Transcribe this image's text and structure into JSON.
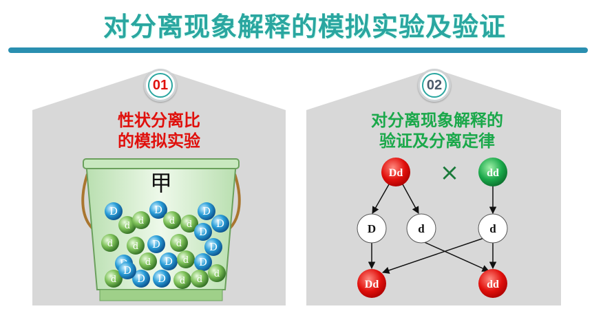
{
  "title": "对分离现象解释的模拟实验及验证",
  "panel1": {
    "badge": "01",
    "heading_line1": "性状分离比",
    "heading_line2": "的模拟实验",
    "bucket_label": "甲",
    "balls": [
      "D",
      "D",
      "d",
      "d",
      "D",
      "d",
      "d",
      "D",
      "d",
      "D",
      "d",
      "D",
      "d",
      "D",
      "D",
      "d",
      "D",
      "d",
      "D",
      "d",
      "D",
      "D",
      "d",
      "d",
      "D",
      "d"
    ]
  },
  "panel2": {
    "badge": "02",
    "heading_line1": "对分离现象解释的",
    "heading_line2": "验证及分离定律",
    "parent1": "Dd",
    "cross_symbol": "×",
    "parent2": "dd",
    "gamete1": "D",
    "gamete2": "d",
    "gamete3": "d",
    "offspring1": "Dd",
    "offspring2": "dd"
  },
  "colors": {
    "accent": "#2aa6a0",
    "bar": "#2a8fb0",
    "panel_bg": "#d8d8d8",
    "red": "#e0100c",
    "green": "#1aa84a"
  }
}
